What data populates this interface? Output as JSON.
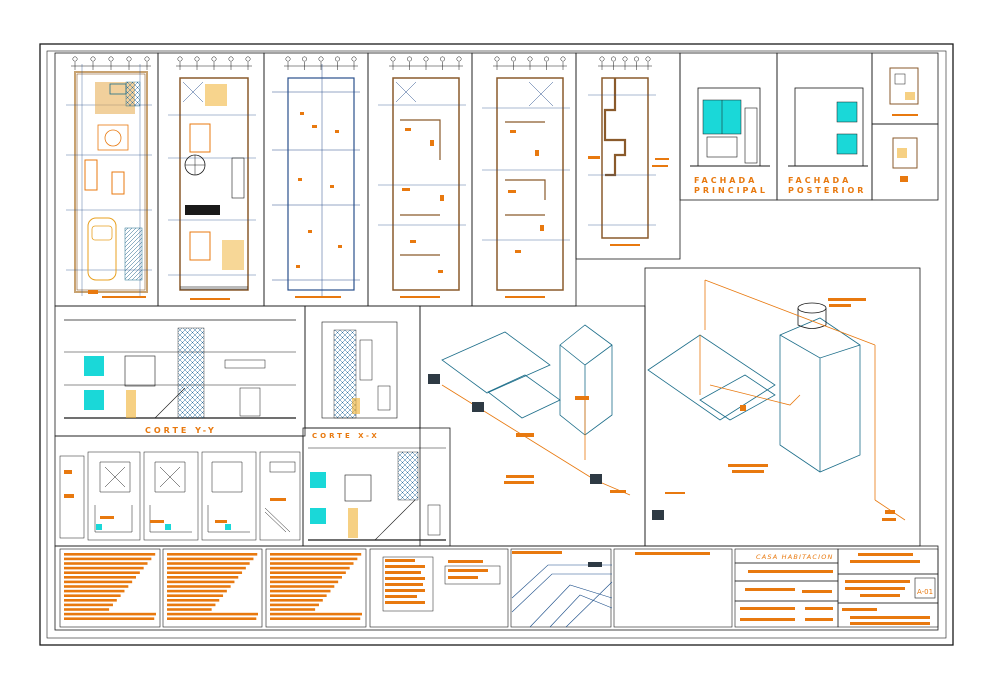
{
  "drawing": {
    "facade_front_line1": "FACHADA",
    "facade_front_line2": "PRINCIPAL",
    "facade_rear_line1": "FACHADA",
    "facade_rear_line2": "POSTERIOR",
    "section_yy": "CORTE   Y-Y",
    "section_xx": "CORTE   X-X",
    "title_block_title": "CASA HABITACION",
    "sheet_code": "A-01"
  },
  "colors": {
    "frame": "#1a1a1a",
    "annotation": "#e8790f",
    "wall": "#c8a270",
    "grid": "#2a4f8c",
    "glass": "#1ad8d8",
    "pipe": "#1d6e8a",
    "dim": "#2a6bd6"
  }
}
